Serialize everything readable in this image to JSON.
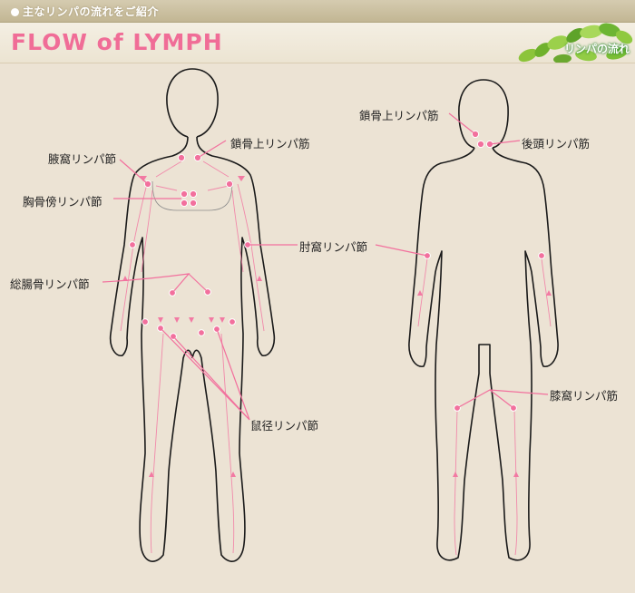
{
  "topbar": {
    "title": "主なリンパの流れをご紹介"
  },
  "header": {
    "title": "FLOW of LYMPH",
    "tag": "リンパの流れ"
  },
  "labels": {
    "supraclavicular_front": "鎖骨上リンパ筋",
    "axillary": "腋窩リンパ節",
    "parasternal": "胸骨傍リンパ節",
    "cubital": "肘窩リンパ節",
    "iliac": "総腸骨リンパ節",
    "inguinal": "鼠径リンパ節",
    "supraclavicular_back": "鎖骨上リンパ筋",
    "occipital": "後頭リンパ筋",
    "popliteal": "膝窩リンパ筋"
  },
  "colors": {
    "background": "#ece3d4",
    "accent_pink": "#f06d97",
    "node_pink": "#f2709d",
    "outline": "#1a1a1a"
  }
}
